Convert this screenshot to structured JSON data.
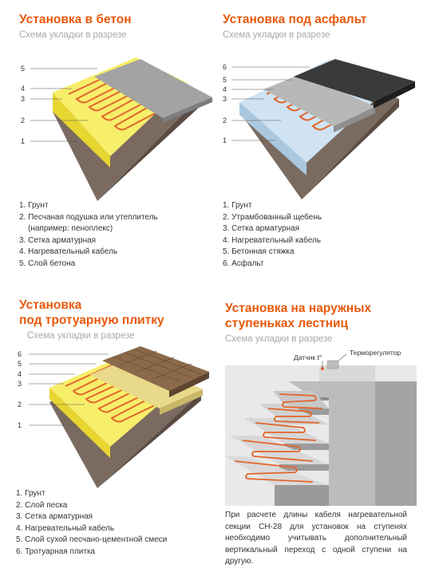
{
  "panels": {
    "concrete": {
      "title": "Установка в бетон",
      "subtitle": "Схема укладки в разрезе",
      "layer_numbers": [
        "5",
        "4",
        "3",
        "2",
        "1"
      ],
      "legend": [
        "1. Грунт",
        "2. Песчаная подушка или утеплитель",
        "(например: пеноплекс)",
        "3. Сетка арматурная",
        "4. Нагревательный кабель",
        "5. Слой бетона"
      ]
    },
    "asphalt": {
      "title": "Установка под асфальт",
      "subtitle": "Схема укладки в разрезе",
      "layer_numbers": [
        "6",
        "5",
        "4",
        "3",
        "2",
        "1"
      ],
      "legend": [
        "1. Грунт",
        "2. Утрамбованный щебень",
        "3. Сетка арматурная",
        "4. Нагревательный кабель",
        "5. Бетонная стяжка",
        "6. Асфальт"
      ]
    },
    "paving": {
      "title_line1": "Установка",
      "title_line2": "под тротуарную плитку",
      "subtitle": "Схема укладки в разрезе",
      "layer_numbers": [
        "6",
        "5",
        "4",
        "3",
        "2",
        "1"
      ],
      "legend": [
        "1. Грунт",
        "2. Слой песка",
        "3. Сетка арматурная",
        "4. Нагревательный кабель",
        "5. Слой сухой песчано-цементной смеси",
        "6. Тротуарная плитка"
      ]
    },
    "stairs": {
      "title_line1": "Установка на наружных",
      "title_line2": "ступеньках лестниц",
      "subtitle": "Схема укладки в разрезе",
      "sensor_label": "Датчик t°",
      "thermostat_label": "Терморегулятор",
      "note": "При расчете длины кабеля нагревательной секции СН-28 для установок на ступенях необходимо учитывать дополнительный вертикальный переход с одной ступени на другую."
    }
  },
  "colors": {
    "accent": "#e8590c",
    "soil": "#7a6a60",
    "sand": "#f6e94b",
    "gravel": "#c9dff0",
    "concrete": "#9f9f9f",
    "asphalt": "#3a3a3a",
    "tile": "#8a6a4a",
    "cable": "#e2662b"
  }
}
